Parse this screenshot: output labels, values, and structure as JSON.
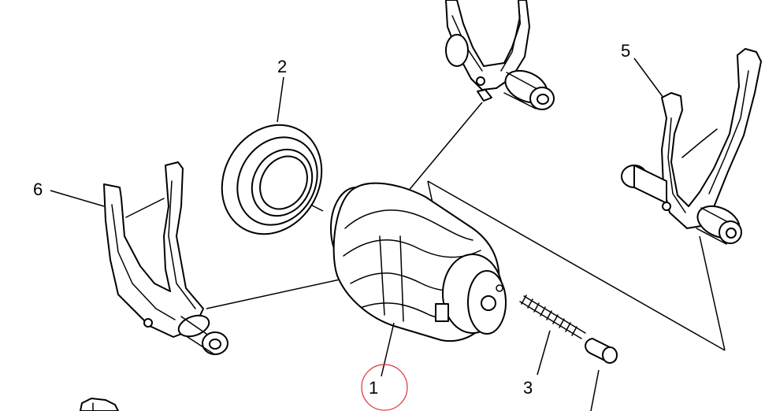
{
  "diagram": {
    "callouts": [
      {
        "id": "1",
        "label": "1"
      },
      {
        "id": "2",
        "label": "2"
      },
      {
        "id": "3",
        "label": "3"
      },
      {
        "id": "5",
        "label": "5"
      },
      {
        "id": "6",
        "label": "6"
      }
    ],
    "highlight": {
      "target": "1",
      "color": "#e03030"
    },
    "line_color": "#000000",
    "background": "#ffffff"
  }
}
